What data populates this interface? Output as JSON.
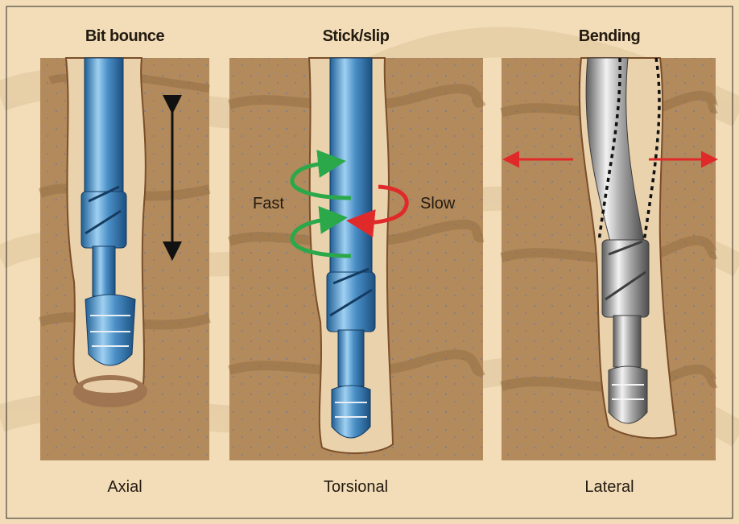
{
  "panels": [
    {
      "title": "Bit bounce",
      "caption": "Axial"
    },
    {
      "title": "Stick/slip",
      "caption": "Torsional"
    },
    {
      "title": "Bending",
      "caption": "Lateral"
    }
  ],
  "annotations": {
    "fast": "Fast",
    "slow": "Slow"
  },
  "colors": {
    "background": "#f2ddb8",
    "rock": "#b38a5c",
    "borehole": "#ead2ad",
    "pipe_blue": "#4a8fc6",
    "pipe_gray": "#9a9a9a",
    "arrow_green": "#2aa84a",
    "arrow_red": "#e02a2a",
    "arrow_black": "#111111"
  }
}
